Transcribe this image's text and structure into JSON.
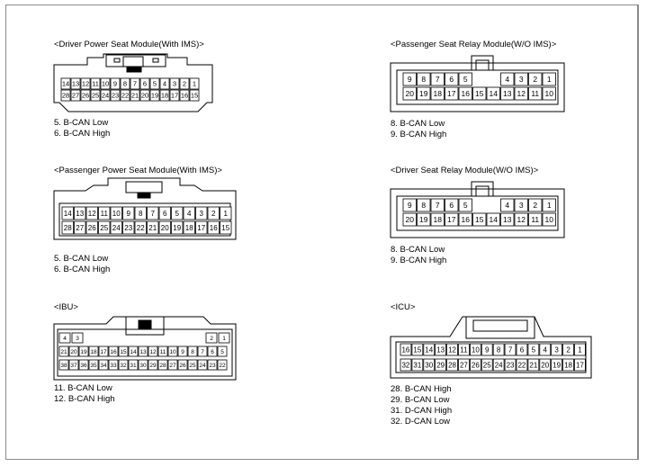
{
  "connectors": [
    {
      "id": "dpsm",
      "title": "<Driver Power Seat Module(With IMS)>",
      "rows": [
        [
          "14",
          "13",
          "12",
          "11",
          "10",
          "9",
          "8",
          "7",
          "6",
          "5",
          "4",
          "3",
          "2",
          "1"
        ],
        [
          "28",
          "27",
          "26",
          "25",
          "24",
          "23",
          "22",
          "21",
          "20",
          "19",
          "18",
          "17",
          "16",
          "15"
        ]
      ],
      "pins": [
        "5. B-CAN Low",
        "6. B-CAN High"
      ]
    },
    {
      "id": "psrm",
      "title": "<Passenger Seat Relay Module(W/O IMS)>",
      "rows": [
        [
          "9",
          "8",
          "7",
          "6",
          "5",
          "",
          "",
          "4",
          "3",
          "2",
          "1"
        ],
        [
          "20",
          "19",
          "18",
          "17",
          "16",
          "15",
          "14",
          "13",
          "12",
          "11",
          "10"
        ]
      ],
      "pins": [
        "8. B-CAN Low",
        "9. B-CAN High"
      ]
    },
    {
      "id": "ppsm",
      "title": "<Passenger Power Seat Module(With IMS)>",
      "rows": [
        [
          "14",
          "13",
          "12",
          "11",
          "10",
          "9",
          "8",
          "7",
          "6",
          "5",
          "4",
          "3",
          "2",
          "1"
        ],
        [
          "28",
          "27",
          "26",
          "25",
          "24",
          "23",
          "22",
          "21",
          "20",
          "19",
          "18",
          "17",
          "16",
          "15"
        ]
      ],
      "pins": [
        "5. B-CAN Low",
        "6. B-CAN High"
      ]
    },
    {
      "id": "dsrm",
      "title": "<Driver Seat Relay Module(W/O IMS)>",
      "rows": [
        [
          "9",
          "8",
          "7",
          "6",
          "5",
          "",
          "",
          "4",
          "3",
          "2",
          "1"
        ],
        [
          "20",
          "19",
          "18",
          "17",
          "16",
          "15",
          "14",
          "13",
          "12",
          "11",
          "10"
        ]
      ],
      "pins": [
        "8. B-CAN Low",
        "9. B-CAN High"
      ]
    },
    {
      "id": "ibu",
      "title": "<IBU>",
      "rows": [
        [
          "4",
          "3",
          "",
          "",
          "",
          "",
          "",
          "",
          "",
          "",
          "",
          "2",
          "1"
        ],
        [
          "21",
          "20",
          "19",
          "18",
          "17",
          "16",
          "15",
          "14",
          "13",
          "12",
          "11",
          "10",
          "9",
          "8",
          "7",
          "6",
          "5"
        ],
        [
          "38",
          "37",
          "36",
          "35",
          "34",
          "33",
          "32",
          "31",
          "30",
          "29",
          "28",
          "27",
          "26",
          "25",
          "24",
          "23",
          "22"
        ]
      ],
      "pins": [
        "11. B-CAN Low",
        "12. B-CAN High"
      ]
    },
    {
      "id": "icu",
      "title": "<ICU>",
      "rows": [
        [
          "16",
          "15",
          "14",
          "13",
          "12",
          "11",
          "10",
          "9",
          "8",
          "7",
          "6",
          "5",
          "4",
          "3",
          "2",
          "1"
        ],
        [
          "32",
          "31",
          "30",
          "29",
          "28",
          "27",
          "26",
          "25",
          "24",
          "23",
          "22",
          "21",
          "20",
          "19",
          "18",
          "17"
        ]
      ],
      "pins": [
        "28. B-CAN High",
        "29. B-CAN Low",
        "31. D-CAN High",
        "32. D-CAN Low"
      ]
    }
  ]
}
